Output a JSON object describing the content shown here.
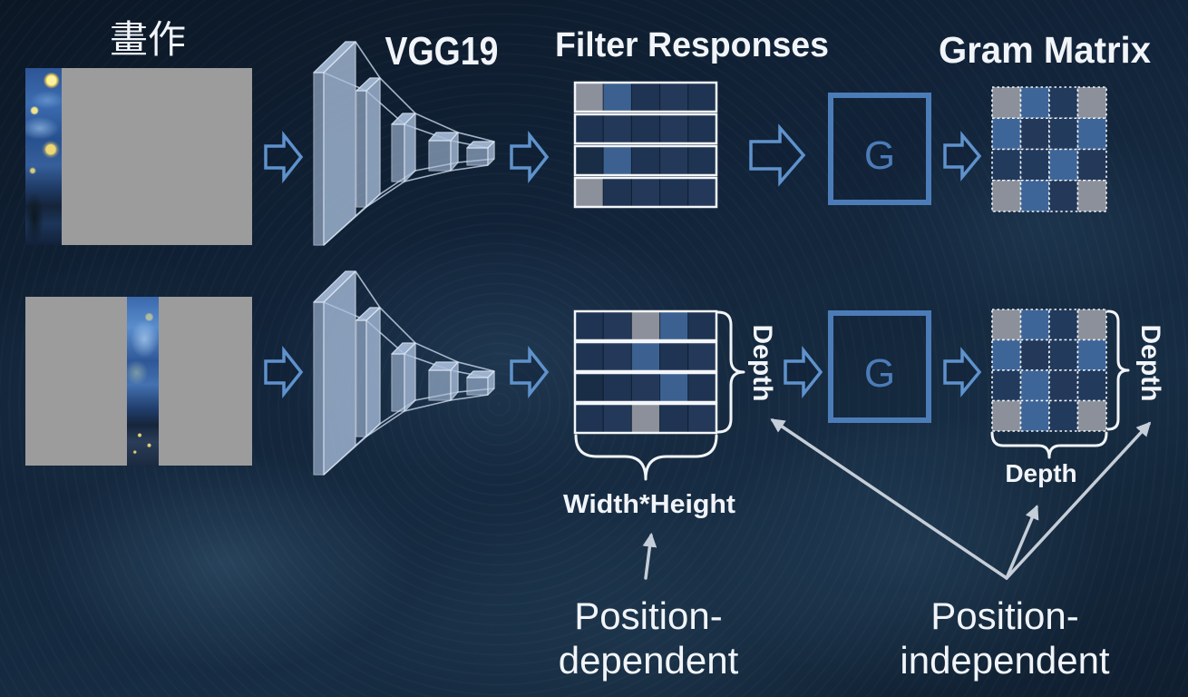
{
  "labels": {
    "painting_title": "畫作",
    "network_title": "VGG19",
    "filter_title": "Filter Responses",
    "gram_title": "Gram Matrix",
    "g_symbol": "G",
    "depth": "Depth",
    "width_height": "Width*Height",
    "position_dependent": [
      "Position-",
      "dependent"
    ],
    "position_independent": [
      "Position-",
      "independent"
    ]
  },
  "colors": {
    "text": "#f1f4f8",
    "accent": "#4c7cb7",
    "arrow_outline": "#5f92cc",
    "pointer": "#c5ced8",
    "panel_gray": "#9c9c9c",
    "layer_fill": "#a9bfdc"
  },
  "filter_responses": {
    "top": [
      [
        "#8b909a",
        "#3c6190",
        "#1f3452",
        "#24395a",
        "#1f3452"
      ],
      [
        "#1f3452",
        "#24395a",
        "#1f3452",
        "#24395a",
        "#1f3452"
      ],
      [
        "#1a2d46",
        "#3c6190",
        "#1f3452",
        "#24395a",
        "#1f3452"
      ],
      [
        "#8b909a",
        "#1f3452",
        "#24395a",
        "#1f3452",
        "#24395a"
      ]
    ],
    "bottom": [
      [
        "#1f3452",
        "#24395a",
        "#8b909a",
        "#3c6190",
        "#1f3452"
      ],
      [
        "#1f3452",
        "#24395a",
        "#3c6190",
        "#1f3452",
        "#24395a"
      ],
      [
        "#1a2d46",
        "#1f3452",
        "#24395a",
        "#3c6190",
        "#1f3452"
      ],
      [
        "#1f3452",
        "#24395a",
        "#8b909a",
        "#1f3452",
        "#24395a"
      ]
    ]
  },
  "gram_matrix": {
    "top": [
      [
        "#8b909a",
        "#3e6597",
        "#223a5c",
        "#8b909a"
      ],
      [
        "#3e6597",
        "#24395a",
        "#223a5c",
        "#3e6597"
      ],
      [
        "#223a5c",
        "#223a5c",
        "#3e6597",
        "#24395a"
      ],
      [
        "#8b909a",
        "#3e6597",
        "#24395a",
        "#8b909a"
      ]
    ],
    "bottom": [
      [
        "#8b909a",
        "#3e6597",
        "#223a5c",
        "#8b909a"
      ],
      [
        "#3e6597",
        "#24395a",
        "#223a5c",
        "#3e6597"
      ],
      [
        "#223a5c",
        "#3e6597",
        "#24395a",
        "#223a5c"
      ],
      [
        "#8b909a",
        "#3e6597",
        "#223a5c",
        "#8b909a"
      ]
    ]
  }
}
